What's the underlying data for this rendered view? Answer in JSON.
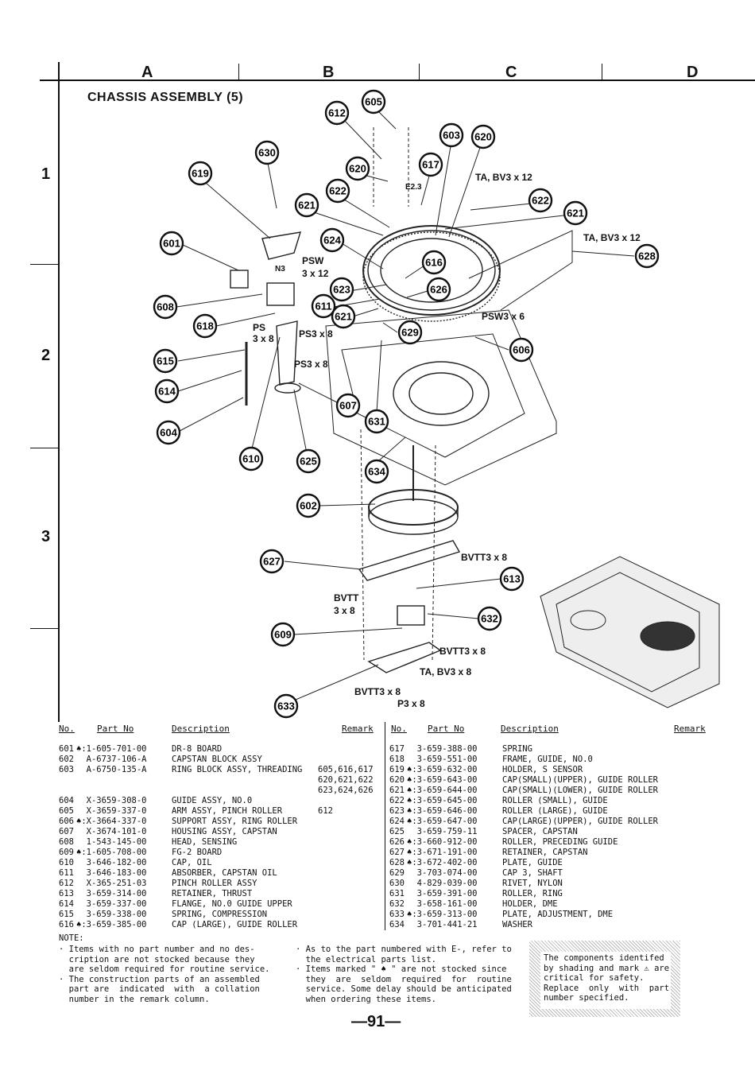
{
  "columns": [
    "A",
    "B",
    "C",
    "D"
  ],
  "rows": [
    "1",
    "2",
    "3"
  ],
  "title": "CHASSIS ASSEMBLY (5)",
  "callouts": [
    "605",
    "612",
    "603",
    "620",
    "630",
    "617",
    "619",
    "620",
    "622",
    "622",
    "621",
    "621",
    "601",
    "624",
    "628",
    "616",
    "623",
    "626",
    "608",
    "611",
    "621",
    "618",
    "629",
    "606",
    "615",
    "614",
    "607",
    "631",
    "604",
    "610",
    "625",
    "634",
    "602",
    "627",
    "613",
    "632",
    "609",
    "633"
  ],
  "screw_labels": {
    "ta_bv3_12_a": "TA, BV3 x 12",
    "ta_bv3_12_b": "TA, BV3 x 12",
    "e23": "E2.3",
    "n3": "N3",
    "psw_a": "PSW",
    "psw_b": "3 x 12",
    "ps3_8_a": "PS3 x 8",
    "ps_a": "PS",
    "ps_b": "3 x 8",
    "ps3_8_b": "PS3 x 8",
    "psw3_6": "PSW3 x 6",
    "bvtt3_8_a": "BVTT3 x 8",
    "bvtt_a": "BVTT",
    "bvtt_b": "3 x 8",
    "bvtt3_8_b": "BVTT3 x 8",
    "ta_bv3_8": "TA, BV3 x 8",
    "bvtt3_8_c": "BVTT3 x 8",
    "p3_8": "P3 x 8"
  },
  "table_headers": {
    "no": "No.",
    "part_no": "Part No",
    "description": "Description",
    "remark": "Remark"
  },
  "left_parts": [
    {
      "no": "601",
      "part": "♠:1-605-701-00",
      "desc": "DR-8 BOARD",
      "remark": ""
    },
    {
      "no": "602",
      "part": "  A-6737-106-A",
      "desc": "CAPSTAN BLOCK ASSY",
      "remark": ""
    },
    {
      "no": "603",
      "part": "  A-6750-135-A",
      "desc": "RING BLOCK ASSY, THREADING",
      "remark": "605,616,617"
    },
    {
      "no": "",
      "part": "",
      "desc": "",
      "remark": "620,621,622"
    },
    {
      "no": "",
      "part": "",
      "desc": "",
      "remark": "623,624,626"
    },
    {
      "no": "604",
      "part": "  X-3659-308-0",
      "desc": "GUIDE ASSY, NO.0",
      "remark": ""
    },
    {
      "no": "605",
      "part": "  X-3659-337-0",
      "desc": "ARM ASSY, PINCH ROLLER",
      "remark": "612"
    },
    {
      "no": "606",
      "part": "♠:X-3664-337-0",
      "desc": "SUPPORT ASSY, RING ROLLER",
      "remark": ""
    },
    {
      "no": "607",
      "part": "  X-3674-101-0",
      "desc": "HOUSING ASSY, CAPSTAN",
      "remark": ""
    },
    {
      "no": "608",
      "part": "  1-543-145-00",
      "desc": "HEAD, SENSING",
      "remark": ""
    },
    {
      "no": "609",
      "part": "♠:1-605-708-00",
      "desc": "FG-2 BOARD",
      "remark": ""
    },
    {
      "no": "610",
      "part": "  3-646-182-00",
      "desc": "CAP, OIL",
      "remark": ""
    },
    {
      "no": "611",
      "part": "  3-646-183-00",
      "desc": "ABSORBER, CAPSTAN OIL",
      "remark": ""
    },
    {
      "no": "612",
      "part": "  X-365-251-03",
      "desc": "PINCH ROLLER ASSY",
      "remark": ""
    },
    {
      "no": "613",
      "part": "  3-659-314-00",
      "desc": "RETAINER, THRUST",
      "remark": ""
    },
    {
      "no": "614",
      "part": "  3-659-337-00",
      "desc": "FLANGE, NO.0 GUIDE UPPER",
      "remark": ""
    },
    {
      "no": "615",
      "part": "  3-659-338-00",
      "desc": "SPRING, COMPRESSION",
      "remark": ""
    },
    {
      "no": "616",
      "part": "♠:3-659-385-00",
      "desc": "CAP (LARGE), GUIDE ROLLER",
      "remark": ""
    }
  ],
  "right_parts": [
    {
      "no": "617",
      "part": "  3-659-388-00",
      "desc": "SPRING"
    },
    {
      "no": "618",
      "part": "  3-659-551-00",
      "desc": "FRAME, GUIDE, NO.0"
    },
    {
      "no": "619",
      "part": "♠:3-659-632-00",
      "desc": "HOLDER, S SENSOR"
    },
    {
      "no": "620",
      "part": "♠:3-659-643-00",
      "desc": "CAP(SMALL)(UPPER), GUIDE ROLLER"
    },
    {
      "no": "621",
      "part": "♠:3-659-644-00",
      "desc": "CAP(SMALL)(LOWER), GUIDE ROLLER"
    },
    {
      "no": "622",
      "part": "♠:3-659-645-00",
      "desc": "ROLLER (SMALL), GUIDE"
    },
    {
      "no": "623",
      "part": "♠:3-659-646-00",
      "desc": "ROLLER (LARGE), GUIDE"
    },
    {
      "no": "624",
      "part": "♠:3-659-647-00",
      "desc": "CAP(LARGE)(UPPER), GUIDE ROLLER"
    },
    {
      "no": "625",
      "part": "  3-659-759-11",
      "desc": "SPACER, CAPSTAN"
    },
    {
      "no": "626",
      "part": "♠:3-660-912-00",
      "desc": "ROLLER, PRECEDING GUIDE"
    },
    {
      "no": "627",
      "part": "♠:3-671-191-00",
      "desc": "RETAINER, CAPSTAN"
    },
    {
      "no": "628",
      "part": "♠:3-672-402-00",
      "desc": "PLATE, GUIDE"
    },
    {
      "no": "629",
      "part": "  3-703-074-00",
      "desc": "CAP 3, SHAFT"
    },
    {
      "no": "630",
      "part": "  4-829-039-00",
      "desc": "RIVET, NYLON"
    },
    {
      "no": "631",
      "part": "  3-659-391-00",
      "desc": "ROLLER, RING"
    },
    {
      "no": "632",
      "part": "  3-658-161-00",
      "desc": "HOLDER, DME"
    },
    {
      "no": "633",
      "part": "♠:3-659-313-00",
      "desc": "PLATE, ADJUSTMENT, DME"
    },
    {
      "no": "634",
      "part": "  3-701-441-21",
      "desc": "WASHER"
    }
  ],
  "note_label": "NOTE:",
  "notes_left": "· Items with no part number and no des-\n  cription are not stocked because they\n  are seldom required for routine service.\n· The construction parts of an assembled\n  part are  indicated  with  a collation\n  number in the remark column.",
  "notes_mid": "· As to the part numbered with E-, refer to\n  the electrical parts list.\n· Items marked \" ♠ \" are not stocked since\n  they  are  seldom  required  for  routine\n  service. Some delay should be anticipated\n  when ordering these items.",
  "safety_note": "The components identifed\nby shading and mark ⚠ are\ncritical for safety.\nReplace  only  with  part\nnumber specified.",
  "page_number": "—91—"
}
